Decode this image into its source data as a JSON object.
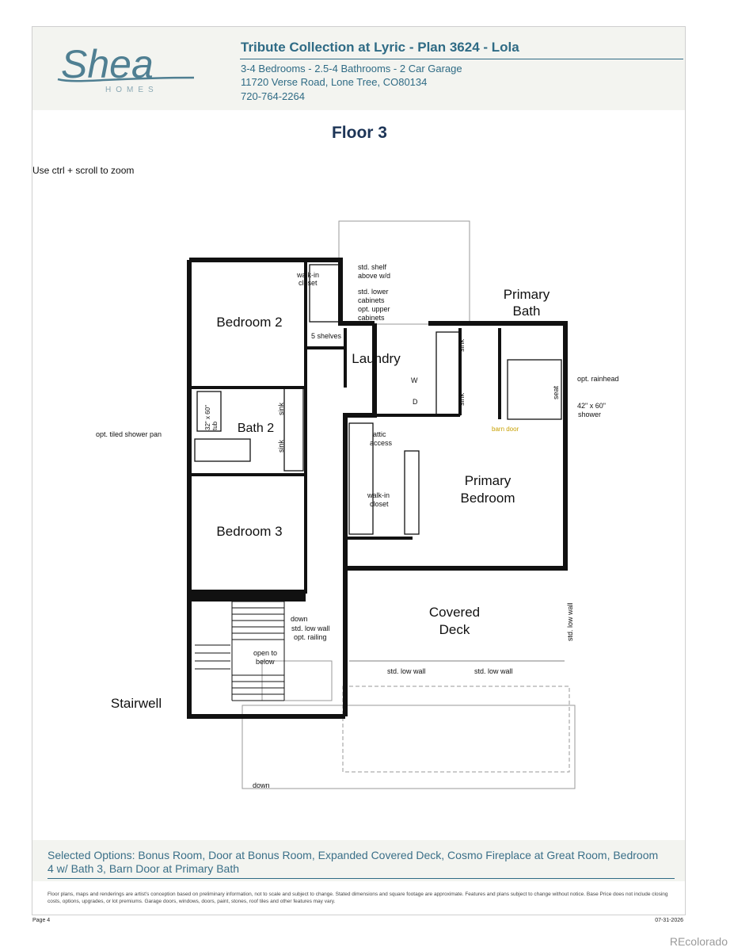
{
  "header": {
    "logo_text": "Shea",
    "logo_sub": "HOMES",
    "title": "Tribute Collection at Lyric - Plan 3624 - Lola",
    "line1": "3-4 Bedrooms - 2.5-4 Bathrooms - 2 Car Garage",
    "line2": "11720 Verse Road, Lone Tree, CO80134",
    "line3": "720-764-2264"
  },
  "floor_title": "Floor 3",
  "zoom_hint": "Use ctrl + scroll to zoom",
  "plan": {
    "rooms": {
      "bedroom2": "Bedroom 2",
      "bath2": "Bath 2",
      "bedroom3": "Bedroom 3",
      "laundry": "Laundry",
      "primary_bath_1": "Primary",
      "primary_bath_2": "Bath",
      "primary_bedroom_1": "Primary",
      "primary_bedroom_2": "Bedroom",
      "covered_deck_1": "Covered",
      "covered_deck_2": "Deck",
      "stairwell": "Stairwell"
    },
    "notes": {
      "walkin1": "walk-in",
      "closet1": "closet",
      "std_shelf_1": "std. shelf",
      "std_shelf_2": "above w/d",
      "std_lower_1": "std. lower",
      "std_lower_2": "cabinets",
      "opt_upper_1": "opt. upper",
      "opt_upper_2": "cabinets",
      "five_shelves": "5 shelves",
      "w": "W",
      "d": "D",
      "sink": "sink",
      "tub_1": "32\" x 60\"",
      "tub_2": "tub",
      "opt_tiled": "opt. tiled shower pan",
      "attic_1": "attic",
      "attic_2": "access",
      "walkin2": "walk-in",
      "closet2": "closet",
      "opt_rainhead": "opt. rainhead",
      "seat": "seat",
      "shower_1": "42\" x 60\"",
      "shower_2": "shower",
      "barn_door": "barn door",
      "down": "down",
      "std_low_wall": "std. low wall",
      "opt_railing": "opt. railing",
      "open_to_1": "open to",
      "open_to_2": "below"
    }
  },
  "footer": {
    "selected_options": "Selected Options: Bonus Room, Door at Bonus Room, Expanded Covered Deck, Cosmo Fireplace at Great Room, Bedroom 4 w/ Bath 3, Barn Door at Primary Bath",
    "disclaimer": "Floor plans, maps and renderings are artist's conception based on preliminary information, not to scale and subject to change. Stated dimensions and square footage are approximate. Features and plans subject to change without notice. Base Price does not include closing costs, options, upgrades, or lot premiums. Garage doors, windows, doors, paint, stones, roof tiles and other features may vary.",
    "page": "Page 4",
    "date": "07-31-2026"
  },
  "watermark": "REcolorado",
  "colors": {
    "brand_teal": "#2f6b85",
    "wall": "#111111",
    "barn_door_note": "#c8a000"
  }
}
